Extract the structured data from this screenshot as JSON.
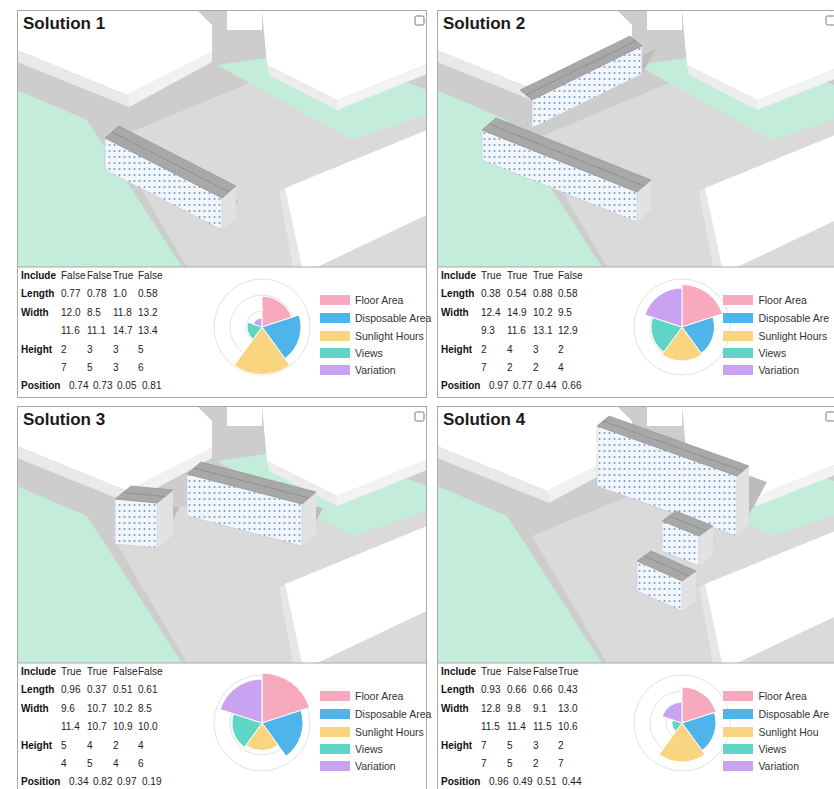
{
  "diagram": {
    "nodes": [
      {
        "text": [
          "Solution 1"
        ]
      },
      {
        "text": [
          "Solution 2"
        ]
      },
      {
        "text": [
          "Solution 3"
        ]
      },
      {
        "text": [
          "Solution 4"
        ]
      }
    ],
    "labels": [
      "Include",
      "False",
      "False",
      "True",
      "False",
      "Length",
      "0.77",
      "0.78",
      "1.0",
      "0.58",
      "Width",
      "12.0",
      "8.5",
      "11.8",
      "13.2",
      "11.6",
      "11.1",
      "14.7",
      "13.4",
      "Height",
      "2",
      "3",
      "3",
      "5",
      "7",
      "5",
      "3",
      "6",
      "Position",
      "0.74",
      "0.73",
      "0.05",
      "0.81",
      "Include",
      "True",
      "True",
      "True",
      "False",
      "Length",
      "0.38",
      "0.54",
      "0.88",
      "0.58",
      "Width",
      "12.4",
      "14.9",
      "10.2",
      "9.5",
      "9.3",
      "11.6",
      "13.1",
      "12.9",
      "Height",
      "2",
      "4",
      "3",
      "2",
      "7",
      "2",
      "2",
      "4",
      "Position",
      "0.97",
      "0.77",
      "0.44",
      "0.66",
      "Include",
      "True",
      "True",
      "False",
      "False",
      "Length",
      "0.96",
      "0.37",
      "0.51",
      "0.61",
      "Width",
      "9.6",
      "10.7",
      "10.2",
      "8.5",
      "11.4",
      "10.7",
      "10.9",
      "10.0",
      "Height",
      "5",
      "4",
      "2",
      "4",
      "4",
      "5",
      "4",
      "6",
      "Position",
      "0.34",
      "0.82",
      "0.97",
      "0.19",
      "Include",
      "True",
      "False",
      "False",
      "True",
      "Length",
      "0.93",
      "0.66",
      "0.66",
      "0.43",
      "Width",
      "12.8",
      "9.8",
      "9.1",
      "13.0",
      "11.5",
      "11.4",
      "11.5",
      "10.6",
      "Height",
      "7",
      "5",
      "3",
      "2",
      "7",
      "5",
      "2",
      "7",
      "Position",
      "0.96",
      "0.49",
      "0.51",
      "0.44"
    ],
    "legend": [
      {
        "text": "Floor Area",
        "color": "#f7a9bd"
      },
      {
        "text": "Disposable Area",
        "color": "#4fb4ea"
      },
      {
        "text": "Sunlight Hours",
        "color": "#f9d57f"
      },
      {
        "text": "Views",
        "color": "#5ed5c5"
      },
      {
        "text": "Variation",
        "color": "#caa2f2"
      },
      {
        "text": "Floor Area",
        "color": "#f7a9bd"
      },
      {
        "text": "Disposable Are",
        "color": "#4fb4ea"
      },
      {
        "text": "Sunlight Hours",
        "color": "#f9d57f"
      },
      {
        "text": "Views",
        "color": "#5ed5c5"
      },
      {
        "text": "Variation",
        "color": "#caa2f2"
      },
      {
        "text": "Floor Area",
        "color": "#f7a9bd"
      },
      {
        "text": "Disposable Area",
        "color": "#4fb4ea"
      },
      {
        "text": "Sunlight Hours",
        "color": "#f9d57f"
      },
      {
        "text": "Views",
        "color": "#5ed5c5"
      },
      {
        "text": "Variation",
        "color": "#caa2f2"
      },
      {
        "text": "Floor Area",
        "color": "#f7a9bd"
      },
      {
        "text": "Disposable Are",
        "color": "#4fb4ea"
      },
      {
        "text": "Sunlight Hou",
        "color": "#f9d57f"
      },
      {
        "text": "Views",
        "color": "#5ed5c5"
      },
      {
        "text": "Variation",
        "color": "#caa2f2"
      }
    ]
  }
}
